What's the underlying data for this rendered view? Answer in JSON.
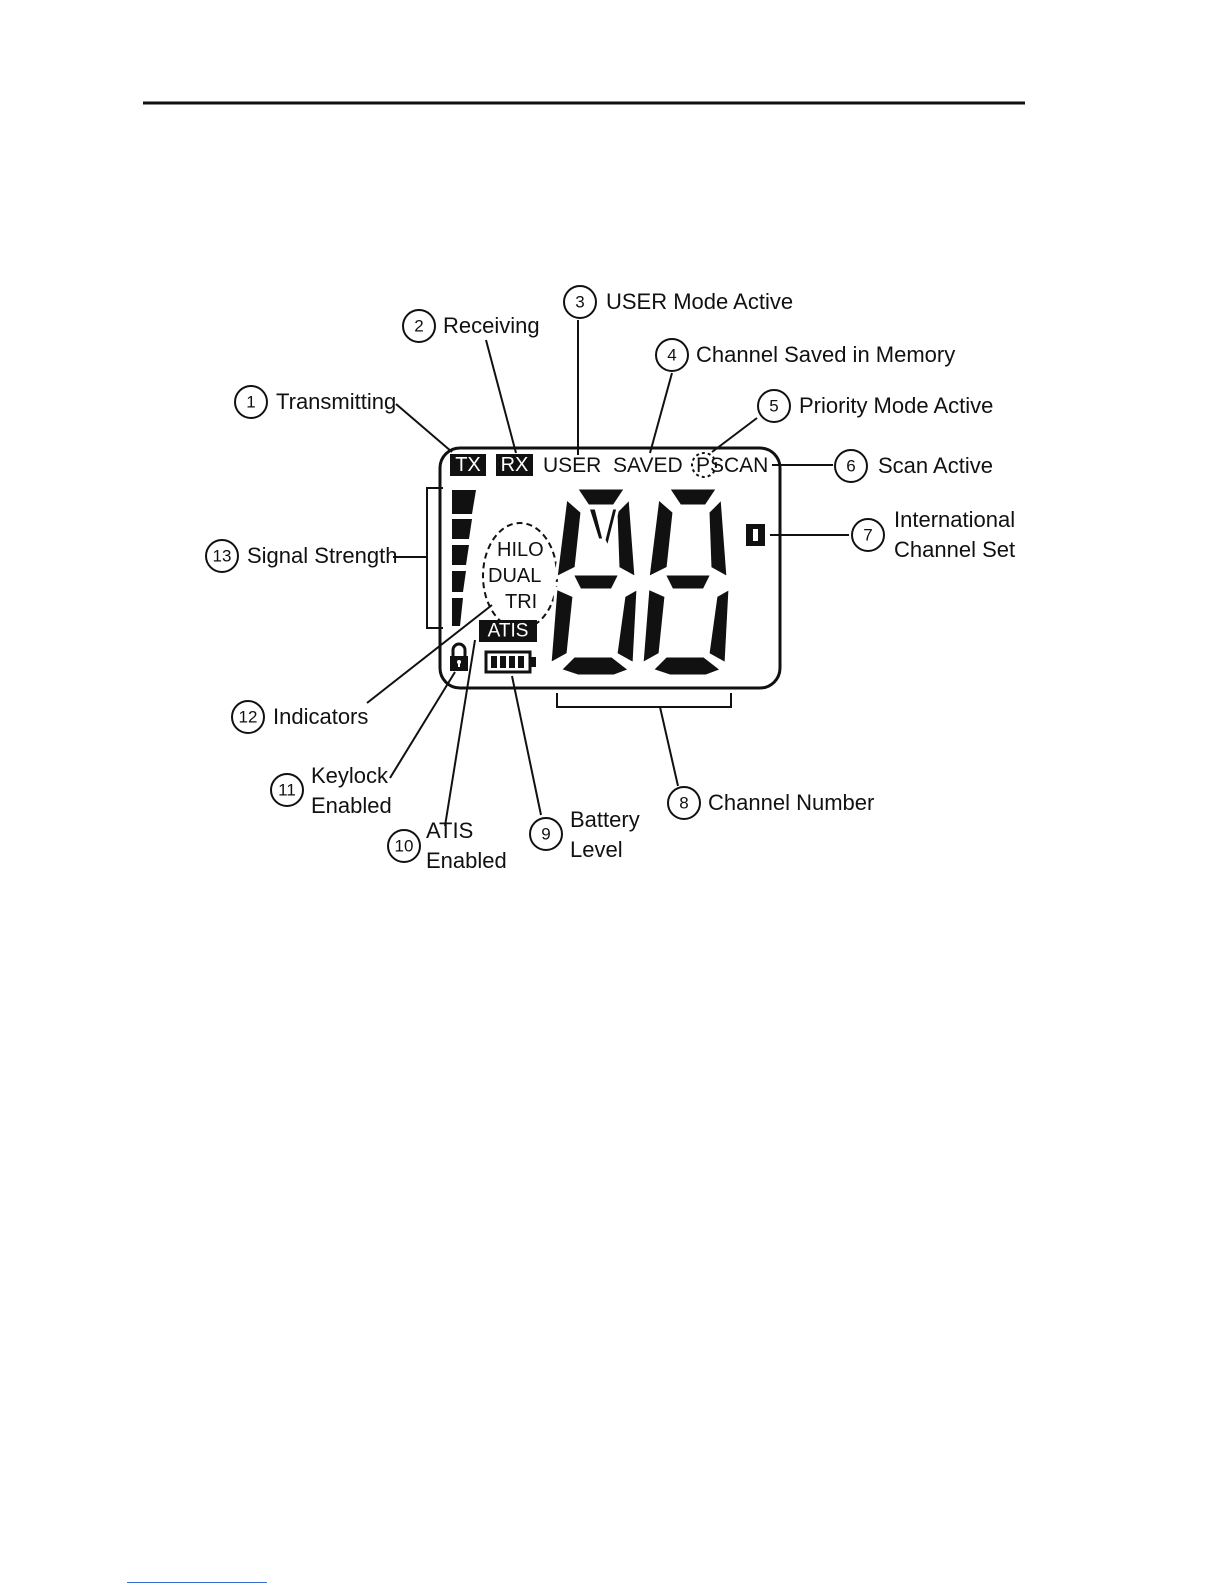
{
  "diagram": {
    "lcd": {
      "tx": "TX",
      "rx": "RX",
      "user": "USER",
      "saved": "SAVED",
      "p": "P",
      "scan": "SCAN",
      "hilo": "HILO",
      "dual": "DUAL",
      "tri": "TRI",
      "atis": "ATIS"
    },
    "callouts": [
      {
        "num": "1",
        "text": [
          "Transmitting"
        ]
      },
      {
        "num": "2",
        "text": [
          "Receiving"
        ]
      },
      {
        "num": "3",
        "text": [
          "USER Mode Active"
        ]
      },
      {
        "num": "4",
        "text": [
          "Channel Saved in Memory"
        ]
      },
      {
        "num": "5",
        "text": [
          "Priority Mode Active"
        ]
      },
      {
        "num": "6",
        "text": [
          "Scan Active"
        ]
      },
      {
        "num": "7",
        "text": [
          "International",
          "Channel Set"
        ]
      },
      {
        "num": "8",
        "text": [
          "Channel Number"
        ]
      },
      {
        "num": "9",
        "text": [
          "Battery",
          "Level"
        ]
      },
      {
        "num": "10",
        "text": [
          "ATIS",
          "Enabled"
        ]
      },
      {
        "num": "11",
        "text": [
          "Keylock",
          "Enabled"
        ]
      },
      {
        "num": "12",
        "text": [
          "Indicators"
        ]
      },
      {
        "num": "13",
        "text": [
          "Signal Strength"
        ]
      }
    ],
    "icons": [
      "lock-icon",
      "battery-icon",
      "signal-bars-icon",
      "international-channel-icon"
    ],
    "colors": {
      "ink": "#111111",
      "paper": "#ffffff",
      "link": "#3a6bd1"
    }
  }
}
